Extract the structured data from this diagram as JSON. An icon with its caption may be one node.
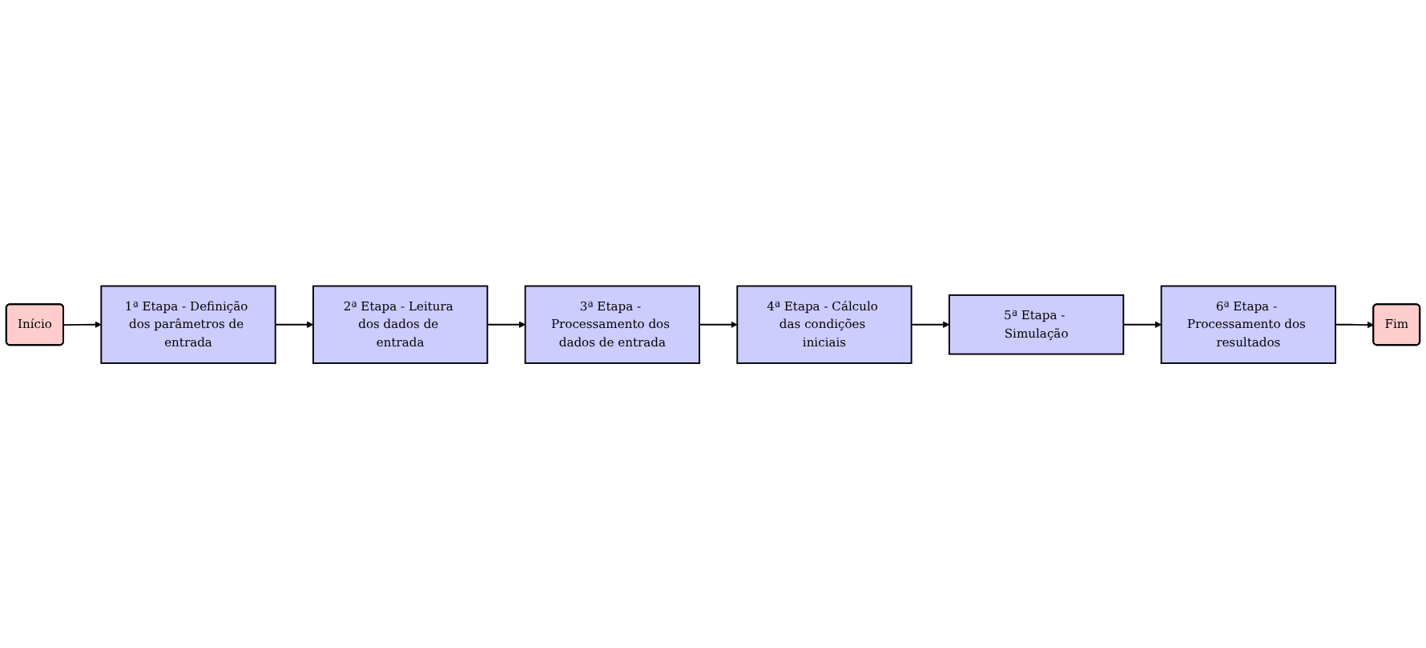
{
  "diagram": {
    "nodes": [
      {
        "text": [
          "Início"
        ]
      },
      {
        "text": [
          "1ª Etapa - Definição dos parâmetros de entrada"
        ]
      },
      {
        "text": [
          "2ª Etapa - Leitura dos dados de entrada"
        ]
      },
      {
        "text": [
          "3ª Etapa - Processamento dos dados de entrada"
        ]
      },
      {
        "text": [
          "4ª Etapa - Cálculo das condições iniciais"
        ]
      },
      {
        "text": [
          "5ª Etapa - Simulação"
        ]
      },
      {
        "text": [
          "6ª Etapa - Processamento dos resultados"
        ]
      },
      {
        "text": [
          "Fim"
        ]
      }
    ],
    "edges": [
      {
        "from": 0,
        "to": 1,
        "arrow": "to"
      },
      {
        "from": 1,
        "to": 2,
        "arrow": "to"
      },
      {
        "from": 2,
        "to": 3,
        "arrow": "to"
      },
      {
        "from": 3,
        "to": 4,
        "arrow": "to"
      },
      {
        "from": 4,
        "to": 5,
        "arrow": "to"
      },
      {
        "from": 5,
        "to": 6,
        "arrow": "to"
      },
      {
        "from": 6,
        "to": 7,
        "arrow": "to"
      }
    ]
  }
}
